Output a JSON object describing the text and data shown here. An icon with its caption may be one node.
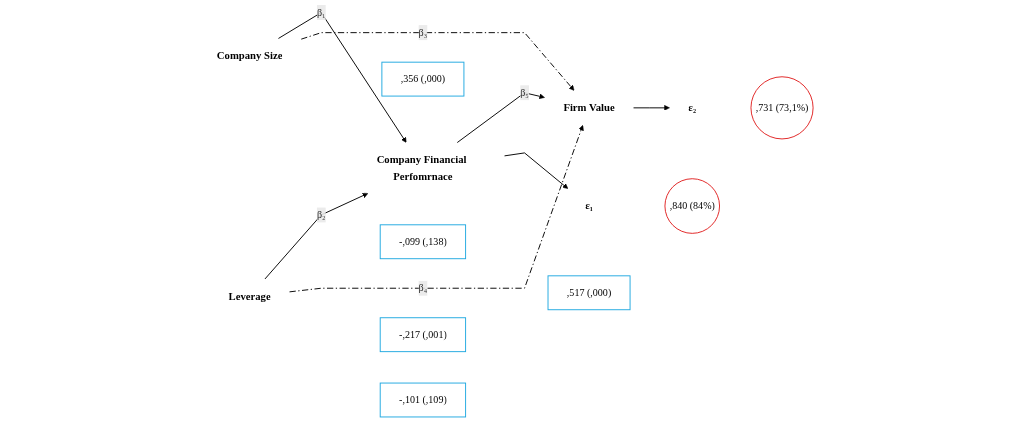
{
  "diagram": {
    "nodes": [
      {
        "text": [
          ",840 (84%)"
        ]
      },
      {
        "text": [
          "ε₁"
        ]
      },
      {
        "text": [
          "-,099 (,138)"
        ]
      },
      {
        "text": [
          "ε₂"
        ]
      },
      {
        "text": [
          ",731 (73,1%)"
        ]
      },
      {
        "text": [
          "Company Size"
        ]
      },
      {
        "text": [
          ",356 (,000)"
        ]
      },
      {
        "text": [
          ",517 (,000)"
        ]
      },
      {
        "text": [
          "-,217 (,001)"
        ]
      },
      {
        "text": [
          "Company Financial Perfomrnace"
        ]
      },
      {
        "text": [
          "Firm Value"
        ]
      },
      {
        "text": [
          "Leverage"
        ]
      },
      {
        "text": [
          "-,101 (,109)"
        ]
      }
    ],
    "edges": [
      {
        "from": 5,
        "to": 9,
        "arrow": "to",
        "label": "β₁"
      },
      {
        "from": 11,
        "to": 9,
        "arrow": "to",
        "label": "β₂"
      },
      {
        "from": 5,
        "to": 10,
        "arrow": "to",
        "label": "β₃",
        "style": "dashed"
      },
      {
        "from": 11,
        "to": 10,
        "arrow": "to",
        "label": "β₄",
        "style": "dashed"
      },
      {
        "from": 9,
        "to": 10,
        "arrow": "to",
        "label": "β₅"
      },
      {
        "from": 9,
        "to": 1,
        "arrow": "to"
      },
      {
        "from": 10,
        "to": 3,
        "arrow": "to"
      }
    ]
  }
}
